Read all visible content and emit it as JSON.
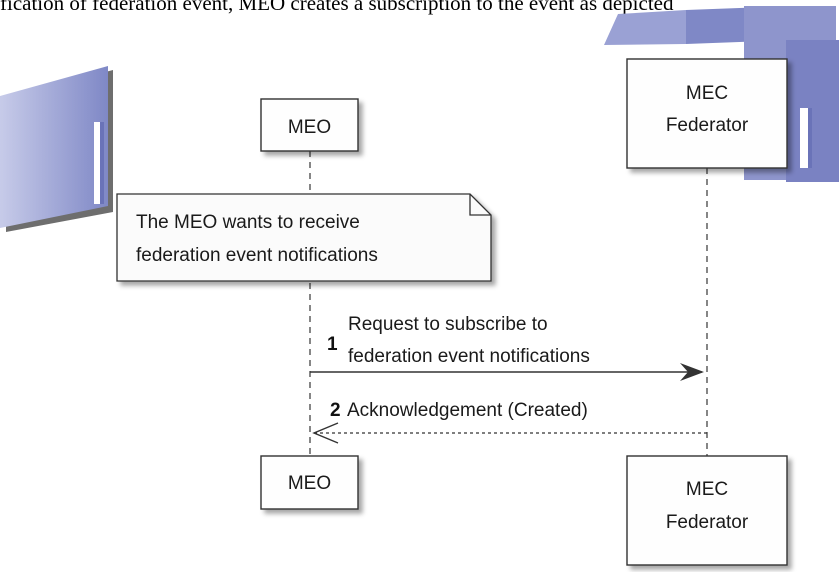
{
  "caption": "fication of federation event, MEO creates a subscription to the event as depicted",
  "participants": {
    "meo": "MEO",
    "federator_line1": "MEC",
    "federator_line2": "Federator"
  },
  "note": {
    "line1": "The MEO wants to receive",
    "line2": "federation event notifications"
  },
  "messages": [
    {
      "number": "1",
      "line1": "Request to subscribe to",
      "line2": "federation event notifications"
    },
    {
      "number": "2",
      "line1": "Acknowledgement (Created)"
    }
  ],
  "colors": {
    "watermark": "#8e95cc",
    "watermark_shadow": "#666666",
    "box_fill": "#fefefe",
    "box_stroke": "#333333",
    "note_fill": "#fbfbfb"
  }
}
